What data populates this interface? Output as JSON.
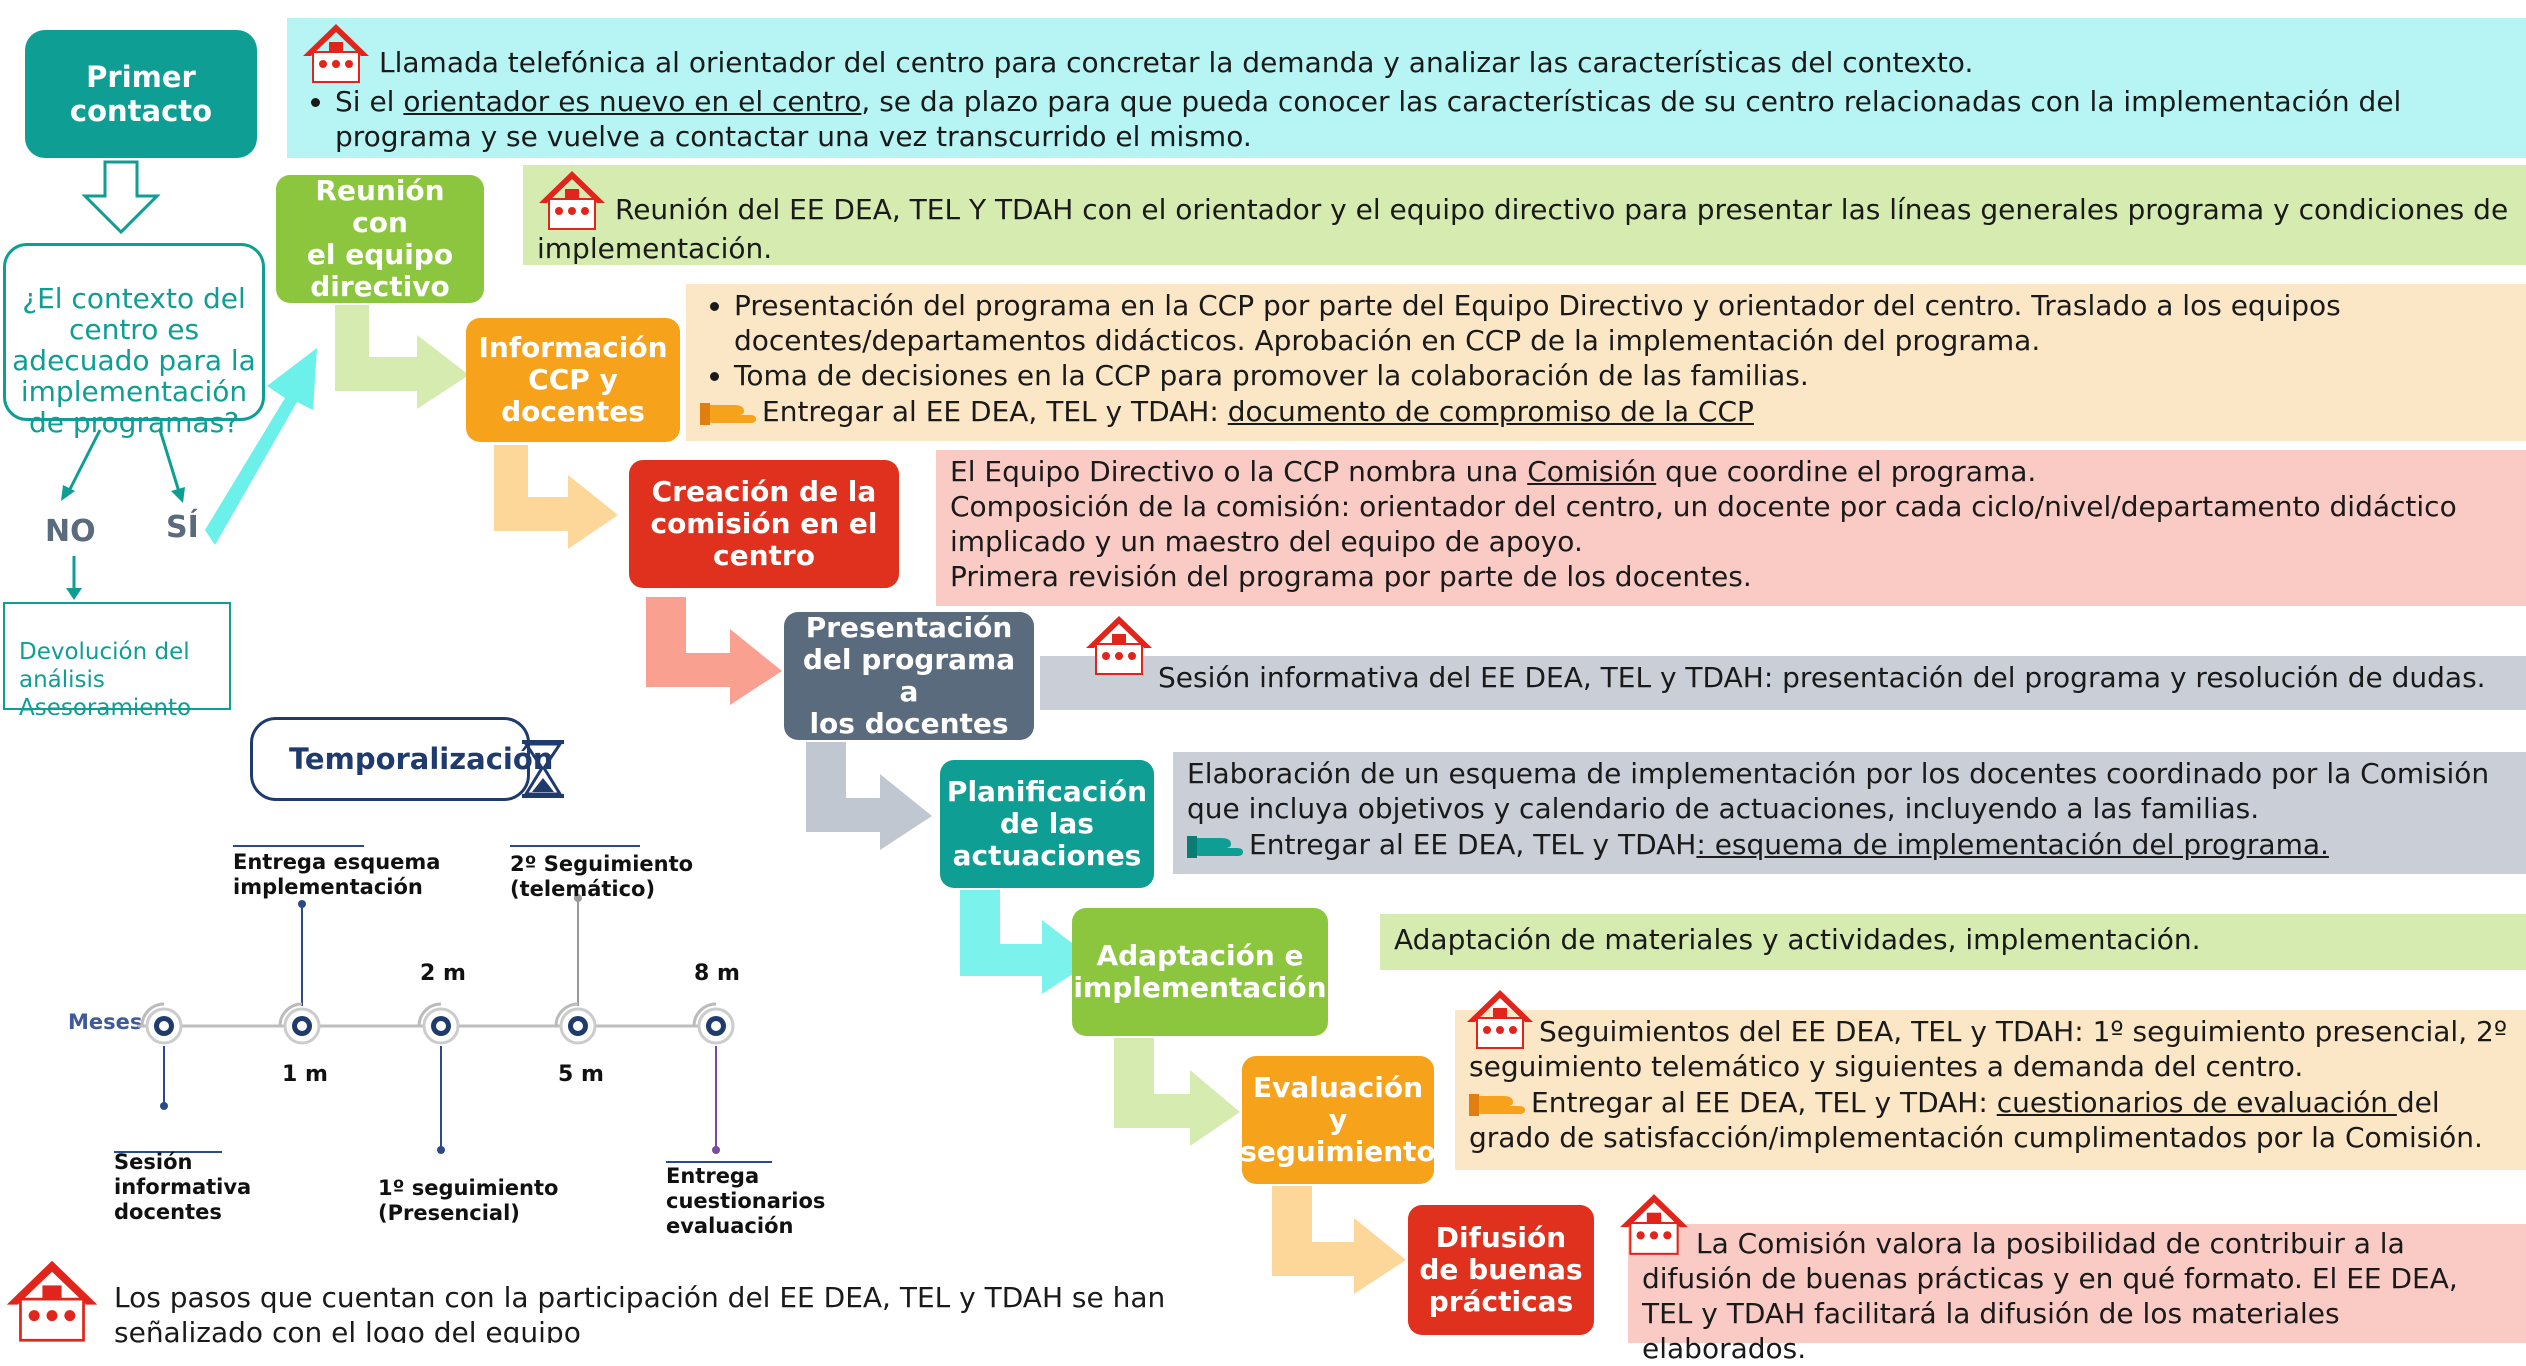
{
  "colors": {
    "teal": "#0f9e94",
    "cyan_band": "#b6f5f3",
    "lime": "#8cc63f",
    "lime_band": "#d6ebb0",
    "orange": "#f7a21b",
    "orange_band": "#fbe6c5",
    "red": "#e0301e",
    "red_band": "#f9cbc4",
    "slate": "#5a6b7d",
    "slate_band": "#c9ced7",
    "logo_red": "#e1251b"
  },
  "left": {
    "first_contact": "Primer\ncontacto",
    "question": "¿El contexto del\ncentro es\nadecuado para la\nimplementación\nde programas?",
    "no": "NO",
    "si": "SÍ",
    "devolucion": "Devolución del\nanálisis\nAsesoramiento"
  },
  "step1_text": "Llamada telefónica al orientador del centro para concretar la demanda y analizar las características del contexto.",
  "step1_bullet_pre": "Si el ",
  "step1_bullet_u": "orientador es nuevo en el centro",
  "step1_bullet_post": ", se da plazo para que pueda conocer las características de su centro relacionadas con la implementación del programa y se vuelve a contactar una vez transcurrido el mismo.",
  "steps": {
    "reunion": {
      "label": "Reunión con\nel equipo\ndirectivo",
      "text": "Reunión del EE DEA, TEL Y TDAH con el orientador y el equipo directivo para presentar las líneas generales programa y condiciones de implementación."
    },
    "info": {
      "label": "Información\nCCP y\ndocentes",
      "b1": "Presentación del programa en la CCP por parte del Equipo Directivo y orientador del centro. Traslado a los equipos docentes/departamentos didácticos. Aprobación en CCP de la implementación del programa.",
      "b2": "Toma de decisiones en la CCP para promover la colaboración de las familias.",
      "hand_pre": "Entregar al EE DEA, TEL y TDAH:  ",
      "hand_u": "documento de compromiso de la CCP"
    },
    "comision": {
      "label": "Creación de la\ncomisión en el\ncentro",
      "l1_pre": "El Equipo Directivo o la CCP nombra una ",
      "l1_u": "Comisión",
      "l1_post": " que coordine el programa.",
      "l2": "Composición de la comisión: orientador del centro, un docente por cada ciclo/nivel/departamento didáctico implicado y un maestro del equipo de apoyo.",
      "l3": "Primera revisión del programa por parte de los docentes."
    },
    "presentacion": {
      "label": "Presentación\ndel programa a\nlos docentes",
      "text": "Sesión informativa del EE DEA, TEL y TDAH: presentación del programa y resolución de dudas."
    },
    "planificacion": {
      "label": "Planificación\nde las\nactuaciones",
      "text": "Elaboración de un esquema de implementación  por los docentes coordinado por la Comisión que incluya objetivos y calendario de actuaciones, incluyendo a las familias.",
      "hand_pre": "Entregar al EE DEA, TEL y TDAH",
      "hand_u": ": esquema de implementación del programa."
    },
    "adaptacion": {
      "label": "Adaptación e\nimplementación",
      "text": "Adaptación de materiales y actividades, implementación."
    },
    "evaluacion": {
      "label": "Evaluación\ny\nseguimiento",
      "text": "Seguimientos del EE DEA, TEL y TDAH: 1º seguimiento presencial, 2º seguimiento telemático y siguientes a demanda del centro.",
      "hand_pre": "Entregar al EE DEA, TEL y TDAH: ",
      "hand_u": "cuestionarios de evaluación ",
      "hand_post": "del grado de satisfacción/implementación cumplimentados por la Comisión."
    },
    "difusion": {
      "label": "Difusión\nde buenas\nprácticas",
      "text": "La Comisión valora la posibilidad de contribuir a la difusión de buenas prácticas y en qué formato. El EE DEA, TEL y TDAH facilitará la difusión de los materiales elaborados."
    }
  },
  "timeline": {
    "title": "Temporalización",
    "axis_label": "Meses",
    "top_labels": [
      "Entrega esquema\nimplementación",
      "2º Seguimiento\n(telemático)"
    ],
    "month_top": [
      "2 m",
      "8 m"
    ],
    "month_bottom": [
      "1 m",
      "5 m"
    ],
    "bottom_labels": [
      "Sesión\ninformativa\ndocentes",
      "1º seguimiento\n(Presencial)",
      "Entrega\ncuestionarios\nevaluación"
    ]
  },
  "footnote": "Los pasos que cuentan con la participación del EE DEA, TEL y TDAH se han señalizado con el logo del equipo"
}
